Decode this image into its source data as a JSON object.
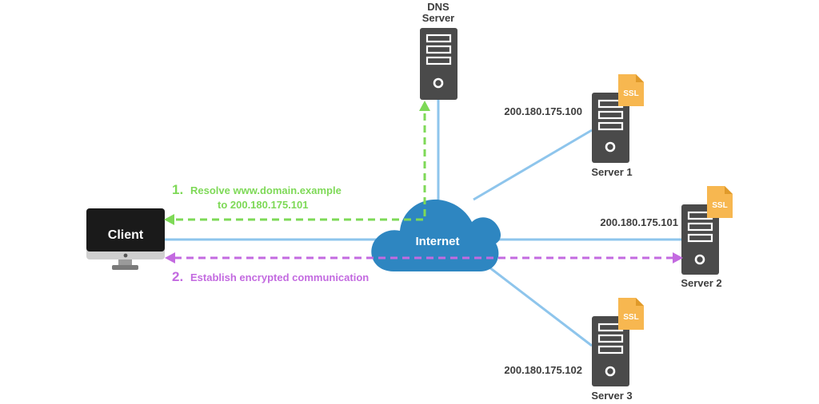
{
  "diagram": {
    "client_label": "Client",
    "internet_label": "Internet",
    "dns_server": {
      "line1": "DNS",
      "line2": "Server"
    },
    "servers": [
      {
        "name": "Server 1",
        "ip": "200.180.175.100",
        "badge": "SSL"
      },
      {
        "name": "Server 2",
        "ip": "200.180.175.101",
        "badge": "SSL"
      },
      {
        "name": "Server 3",
        "ip": "200.180.175.102",
        "badge": "SSL"
      }
    ],
    "steps": [
      {
        "number": "1.",
        "line1": "Resolve www.domain.example",
        "line2": "to 200.180.175.101",
        "color": "#7ed957"
      },
      {
        "number": "2.",
        "line1": "Establish encrypted communication",
        "color": "#c36ae0"
      }
    ],
    "colors": {
      "link": "#8ec5ec",
      "cloud": "#2e86c1",
      "server": "#4a4a4a",
      "ssl": "#f7b750",
      "monitor_frame": "#1a1a1a"
    }
  }
}
